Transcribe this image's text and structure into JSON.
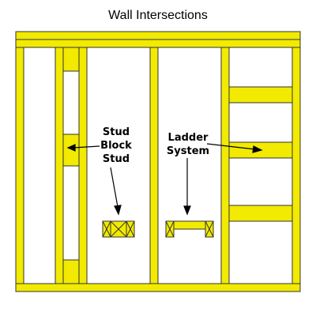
{
  "title": "Wall Intersections",
  "labels": {
    "stud_block_stud": [
      "Stud",
      "Block",
      "Stud"
    ],
    "ladder_system": [
      "Ladder",
      "System"
    ]
  },
  "colors": {
    "lumber": "#f2ea00",
    "outline": "#333333",
    "background": "#ffffff",
    "text": "#000000"
  }
}
